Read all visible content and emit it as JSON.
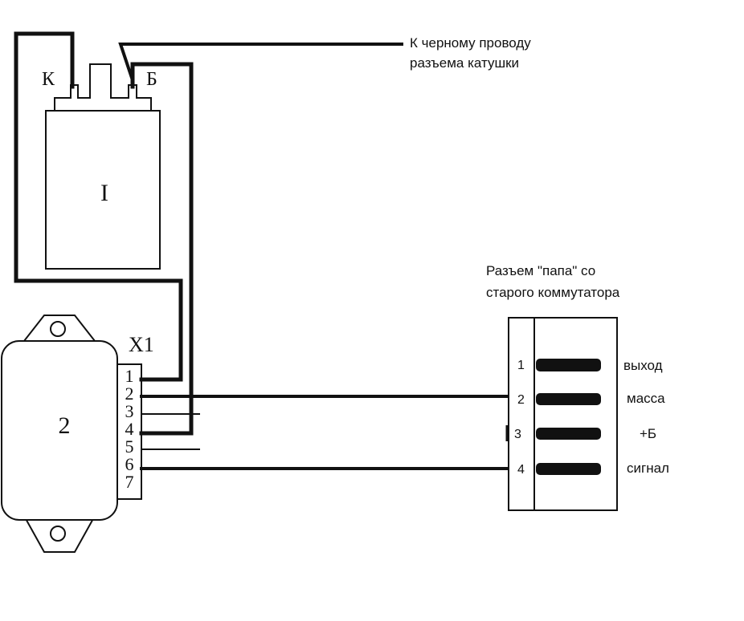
{
  "coil": {
    "label": "I",
    "terminal_k": "К",
    "terminal_b": "Б"
  },
  "coil_note": {
    "line1": "К черному проводу",
    "line2": "разъема катушки"
  },
  "switch": {
    "label": "2",
    "connector_label": "X1",
    "pins": [
      "1",
      "2",
      "3",
      "4",
      "5",
      "6",
      "7"
    ]
  },
  "male_connector": {
    "title_line1": "Разъем \"папа\" со",
    "title_line2": "старого коммутатора",
    "pins": [
      {
        "number": "1",
        "label": "выход"
      },
      {
        "number": "2",
        "label": "масса"
      },
      {
        "number": "3",
        "label": "+Б"
      },
      {
        "number": "4",
        "label": "сигнал"
      }
    ]
  }
}
